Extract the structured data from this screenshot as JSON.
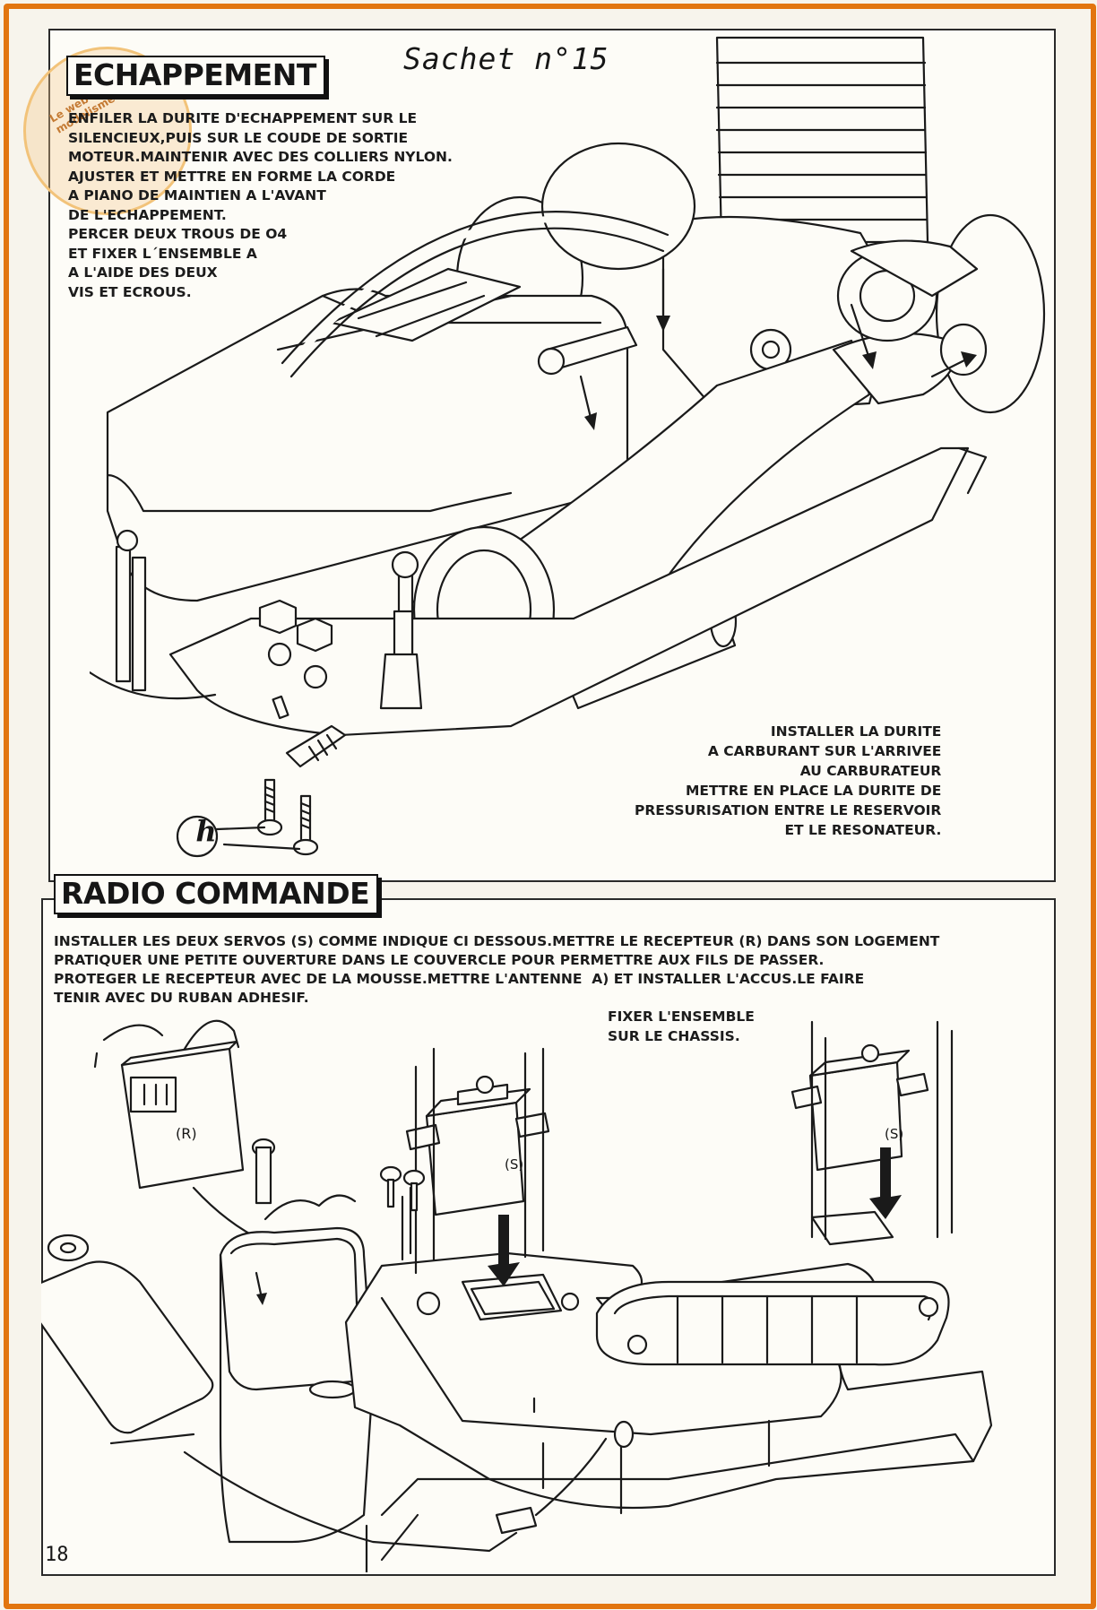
{
  "page": {
    "title": "Sachet n°15",
    "page_number": "18",
    "logo_text": "Le web magazine du modelisme"
  },
  "echappement": {
    "heading": "ECHAPPEMENT",
    "instructions": "ENFILER LA DURITE D'ECHAPPEMENT SUR LE\nSILENCIEUX,PUIS SUR LE COUDE DE SORTIE\nMOTEUR.MAINTENIR AVEC DES COLLIERS NYLON.\nAJUSTER ET METTRE EN FORME LA CORDE\nA PIANO DE MAINTIEN A L'AVANT\nDE L'ECHAPPEMENT.\nPERCER DEUX TROUS DE O4\nET FIXER L´ENSEMBLE A\nA L'AIDE DES DEUX\nVIS ET ECROUS.",
    "fuel_note": "INSTALLER LA DURITE\nA CARBURANT SUR L'ARRIVEE\nAU CARBURATEUR\nMETTRE EN PLACE LA DURITE DE\nPRESSURISATION ENTRE LE RESERVOIR\nET LE RESONATEUR.",
    "part_label": "h"
  },
  "radio": {
    "heading": "RADIO COMMANDE",
    "instructions": "INSTALLER LES DEUX SERVOS (S) COMME INDIQUE CI DESSOUS.METTRE LE RECEPTEUR (R) DANS SON LOGEMENT\nPRATIQUER UNE PETITE OUVERTURE DANS LE COUVERCLE POUR PERMETTRE AUX FILS DE PASSER.\nPROTEGER LE RECEPTEUR AVEC DE LA MOUSSE.METTRE L'ANTENNE  A) ET INSTALLER L'ACCUS.LE FAIRE\nTENIR AVEC DU RUBAN ADHESIF.",
    "chassis_note": "FIXER L'ENSEMBLE\nSUR LE CHASSIS.",
    "receiver_label": "(R)",
    "servo_left_label": "(S)",
    "servo_right_label": "(S)"
  }
}
